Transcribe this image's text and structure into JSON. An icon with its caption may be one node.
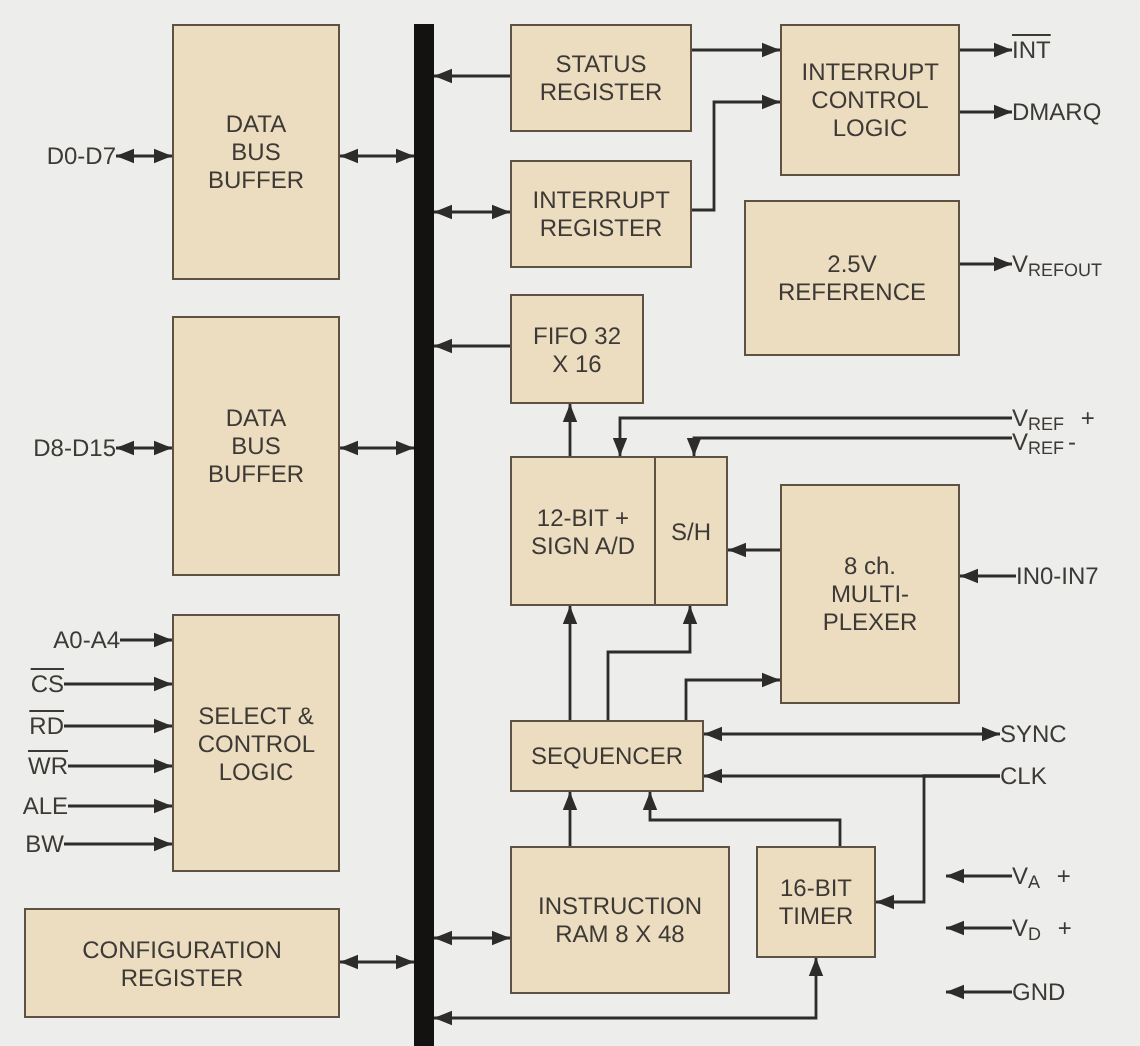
{
  "diagram": {
    "nodes": [
      {
        "text": [],
        "shape": "bar"
      },
      {
        "text": [
          "DATA BUS BUFFER"
        ]
      },
      {
        "text": [
          "DATA BUS BUFFER"
        ]
      },
      {
        "text": [
          "SELECT & CONTROL LOGIC"
        ]
      },
      {
        "text": [
          "CONFIGURATION REGISTER"
        ]
      },
      {
        "text": [
          "STATUS REGISTER"
        ]
      },
      {
        "text": [
          "INTERRUPT REGISTER"
        ]
      },
      {
        "text": [
          "INTERRUPT CONTROL LOGIC"
        ]
      },
      {
        "text": [
          "2.5V REFERENCE"
        ]
      },
      {
        "text": [
          "FIFO 32 X 16"
        ]
      },
      {
        "text": [
          "12-BIT + SIGN A/D"
        ]
      },
      {
        "text": [
          "S/H"
        ]
      },
      {
        "text": [
          "8 ch. MULTI-PLEXER"
        ]
      },
      {
        "text": [
          "SEQUENCER"
        ]
      },
      {
        "text": [
          "INSTRUCTION RAM 8 X 48"
        ]
      },
      {
        "text": [
          "16-BIT TIMER"
        ]
      },
      {
        "text": [
          "D0-D7"
        ]
      },
      {
        "text": [
          "D8-D15"
        ]
      },
      {
        "text": [
          "A0-A4"
        ]
      },
      {
        "text": [
          "CS"
        ]
      },
      {
        "text": [
          "RD"
        ]
      },
      {
        "text": [
          "WR"
        ]
      },
      {
        "text": [
          "ALE"
        ]
      },
      {
        "text": [
          "BW"
        ]
      },
      {
        "text": [
          "INT"
        ]
      },
      {
        "text": [
          "DMARQ"
        ]
      },
      {
        "text": [
          "V$_{REFOUT}$"
        ]
      },
      {
        "text": [
          "V$_{REF}$ +"
        ]
      },
      {
        "text": [
          "V$_{REF}$-"
        ]
      },
      {
        "text": [
          "IN0-IN7"
        ]
      },
      {
        "text": [
          "SYNC"
        ]
      },
      {
        "text": [
          "CLK"
        ]
      },
      {
        "text": [
          "V$_{A}$ +"
        ]
      },
      {
        "text": [
          "V$_{D}$ +"
        ]
      },
      {
        "text": [
          "GND"
        ]
      }
    ],
    "edges": [
      {
        "from": 16,
        "to": 1,
        "arrow": "both"
      },
      {
        "from": 1,
        "to": 0,
        "arrow": "both"
      },
      {
        "from": 17,
        "to": 2,
        "arrow": "both"
      },
      {
        "from": 2,
        "to": 0,
        "arrow": "both"
      },
      {
        "from": 18,
        "to": 3,
        "arrow": "to"
      },
      {
        "from": 19,
        "to": 3,
        "arrow": "to"
      },
      {
        "from": 20,
        "to": 3,
        "arrow": "to"
      },
      {
        "from": 21,
        "to": 3,
        "arrow": "to"
      },
      {
        "from": 22,
        "to": 3,
        "arrow": "to"
      },
      {
        "from": 23,
        "to": 3,
        "arrow": "to"
      },
      {
        "from": 4,
        "to": 0,
        "arrow": "both"
      },
      {
        "from": 5,
        "to": 0,
        "arrow": "to"
      },
      {
        "from": 6,
        "to": 0,
        "arrow": "both"
      },
      {
        "from": 9,
        "to": 0,
        "arrow": "to"
      },
      {
        "from": 14,
        "to": 0,
        "arrow": "both"
      },
      {
        "from": 0,
        "to": 15,
        "arrow": "both"
      },
      {
        "from": 5,
        "to": 7,
        "arrow": "to"
      },
      {
        "from": 6,
        "to": 7,
        "arrow": "to"
      },
      {
        "from": 7,
        "to": 24,
        "arrow": "to"
      },
      {
        "from": 7,
        "to": 25,
        "arrow": "to"
      },
      {
        "from": 8,
        "to": 26,
        "arrow": "to"
      },
      {
        "from": 10,
        "to": 9,
        "arrow": "to"
      },
      {
        "from": 27,
        "to": 10,
        "arrow": "to"
      },
      {
        "from": 28,
        "to": 11,
        "arrow": "to"
      },
      {
        "from": 12,
        "to": 11,
        "arrow": "to"
      },
      {
        "from": 29,
        "to": 12,
        "arrow": "to"
      },
      {
        "from": 13,
        "to": 10,
        "arrow": "to"
      },
      {
        "from": 13,
        "to": 11,
        "arrow": "to"
      },
      {
        "from": 13,
        "to": 12,
        "arrow": "to"
      },
      {
        "from": 13,
        "to": 30,
        "arrow": "both"
      },
      {
        "from": 31,
        "to": 13,
        "arrow": "to"
      },
      {
        "from": 31,
        "to": 15,
        "arrow": "to"
      },
      {
        "from": 14,
        "to": 13,
        "arrow": "to"
      },
      {
        "from": 15,
        "to": 13,
        "arrow": "to"
      },
      {
        "from": 32,
        "to": null,
        "arrow": "to"
      },
      {
        "from": 33,
        "to": null,
        "arrow": "to"
      },
      {
        "from": 34,
        "to": null,
        "arrow": "to"
      }
    ]
  }
}
